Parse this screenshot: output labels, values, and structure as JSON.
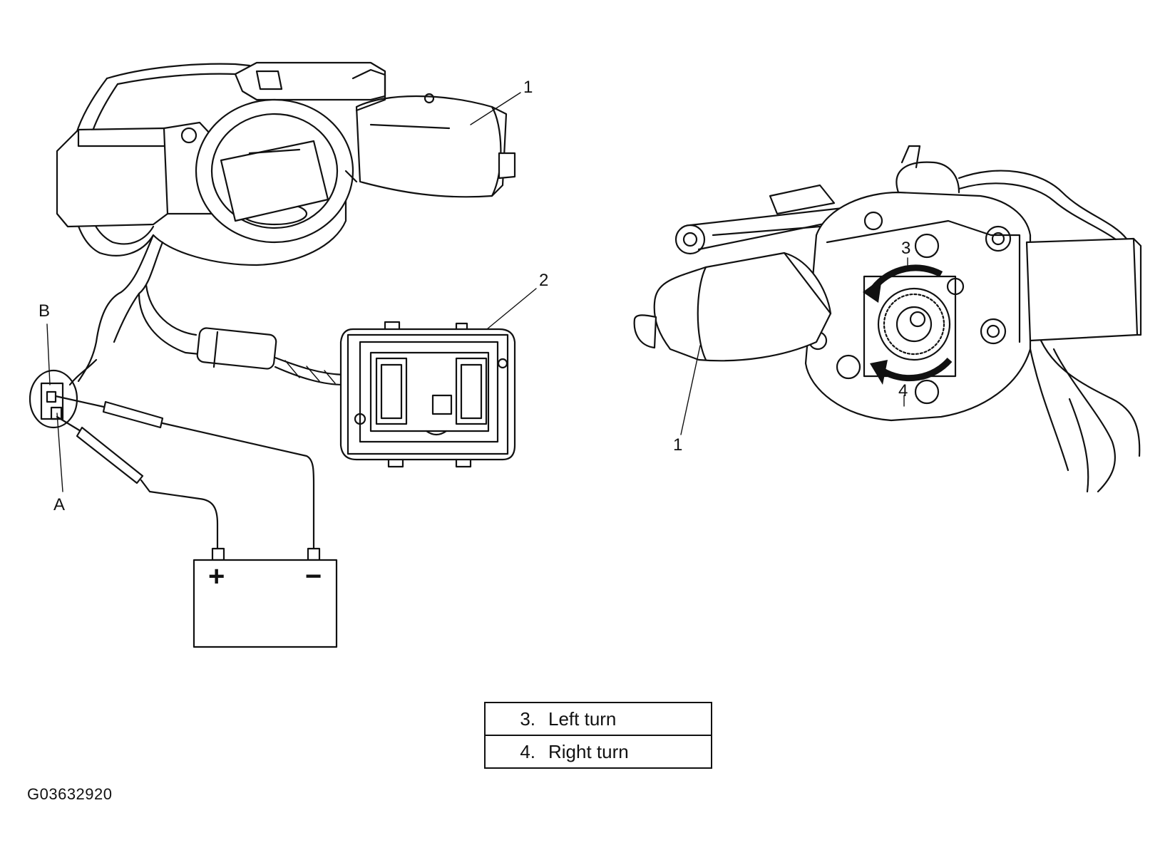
{
  "left_view": {
    "callout_motor": "1",
    "callout_switch": "2",
    "terminal_a": "A",
    "terminal_b": "B",
    "battery_plus": "+",
    "battery_minus": "−"
  },
  "right_view": {
    "callout_motor": "1",
    "callout_left_turn": "3",
    "callout_right_turn": "4"
  },
  "legend": {
    "rows": [
      {
        "num": "3.",
        "text": "Left turn"
      },
      {
        "num": "4.",
        "text": "Right turn"
      }
    ]
  },
  "figure_code": "G03632920"
}
